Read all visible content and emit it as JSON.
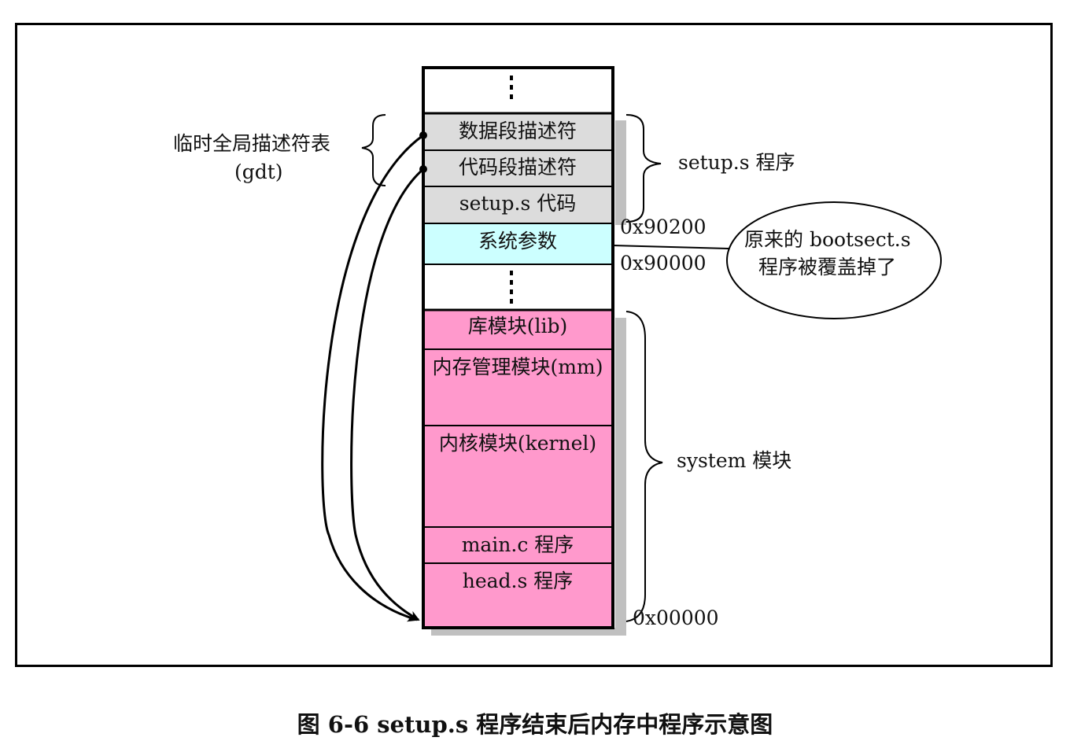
{
  "memory_blocks": {
    "data_desc": "数据段描述符",
    "code_desc": "代码段描述符",
    "setup_code": "setup.s 代码",
    "sys_params": "系统参数",
    "lib": "库模块(lib)",
    "mm": "内存管理模块(mm)",
    "kernel": "内核模块(kernel)",
    "main": "main.c 程序",
    "head": "head.s 程序"
  },
  "labels": {
    "gdt_title": "临时全局描述符表",
    "gdt_sub": "(gdt)",
    "setup_program": "setup.s 程序",
    "system_module": "system 模块",
    "bubble_line1": "原来的 bootsect.s",
    "bubble_line2": "程序被覆盖掉了"
  },
  "addresses": {
    "a90200": "0x90200",
    "a90000": "0x90000",
    "a00000": "0x00000"
  },
  "caption": "图 6-6 setup.s 程序结束后内存中程序示意图",
  "colors": {
    "gray_block": "#dcdcdc",
    "cyan_block": "#ccffff",
    "pink_block": "#ff99cc",
    "shadow": "#c0c0c0"
  }
}
